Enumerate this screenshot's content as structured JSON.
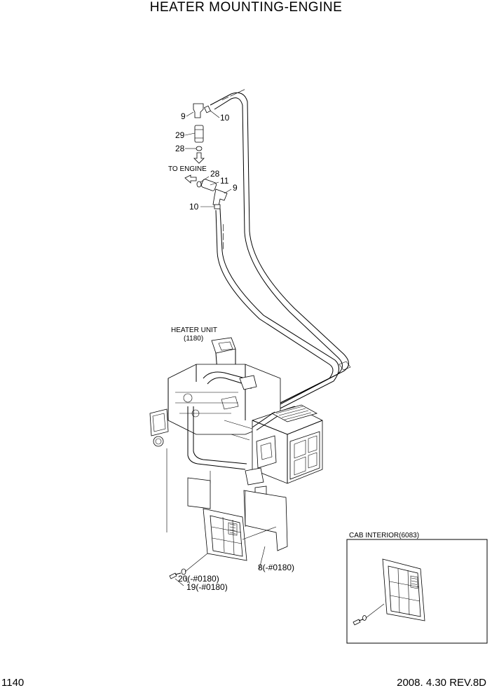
{
  "title": "HEATER MOUNTING-ENGINE",
  "footer": {
    "page": "1140",
    "revision": "2008. 4.30  REV.8D"
  },
  "labels": {
    "to_engine": "TO ENGINE",
    "heater_unit": "HEATER UNIT",
    "heater_unit_ref": "(1180)",
    "cab_interior": "CAB INTERIOR(6083)"
  },
  "callouts": {
    "p9_top": "9",
    "p10_top": "10",
    "p29": "29",
    "p28_top": "28",
    "p28_mid": "28",
    "p11": "11",
    "p9_mid": "9",
    "p10_mid": "10",
    "p8": "8(-#0180)",
    "p20": "20(-#0180)",
    "p19": "19(-#0180)"
  }
}
